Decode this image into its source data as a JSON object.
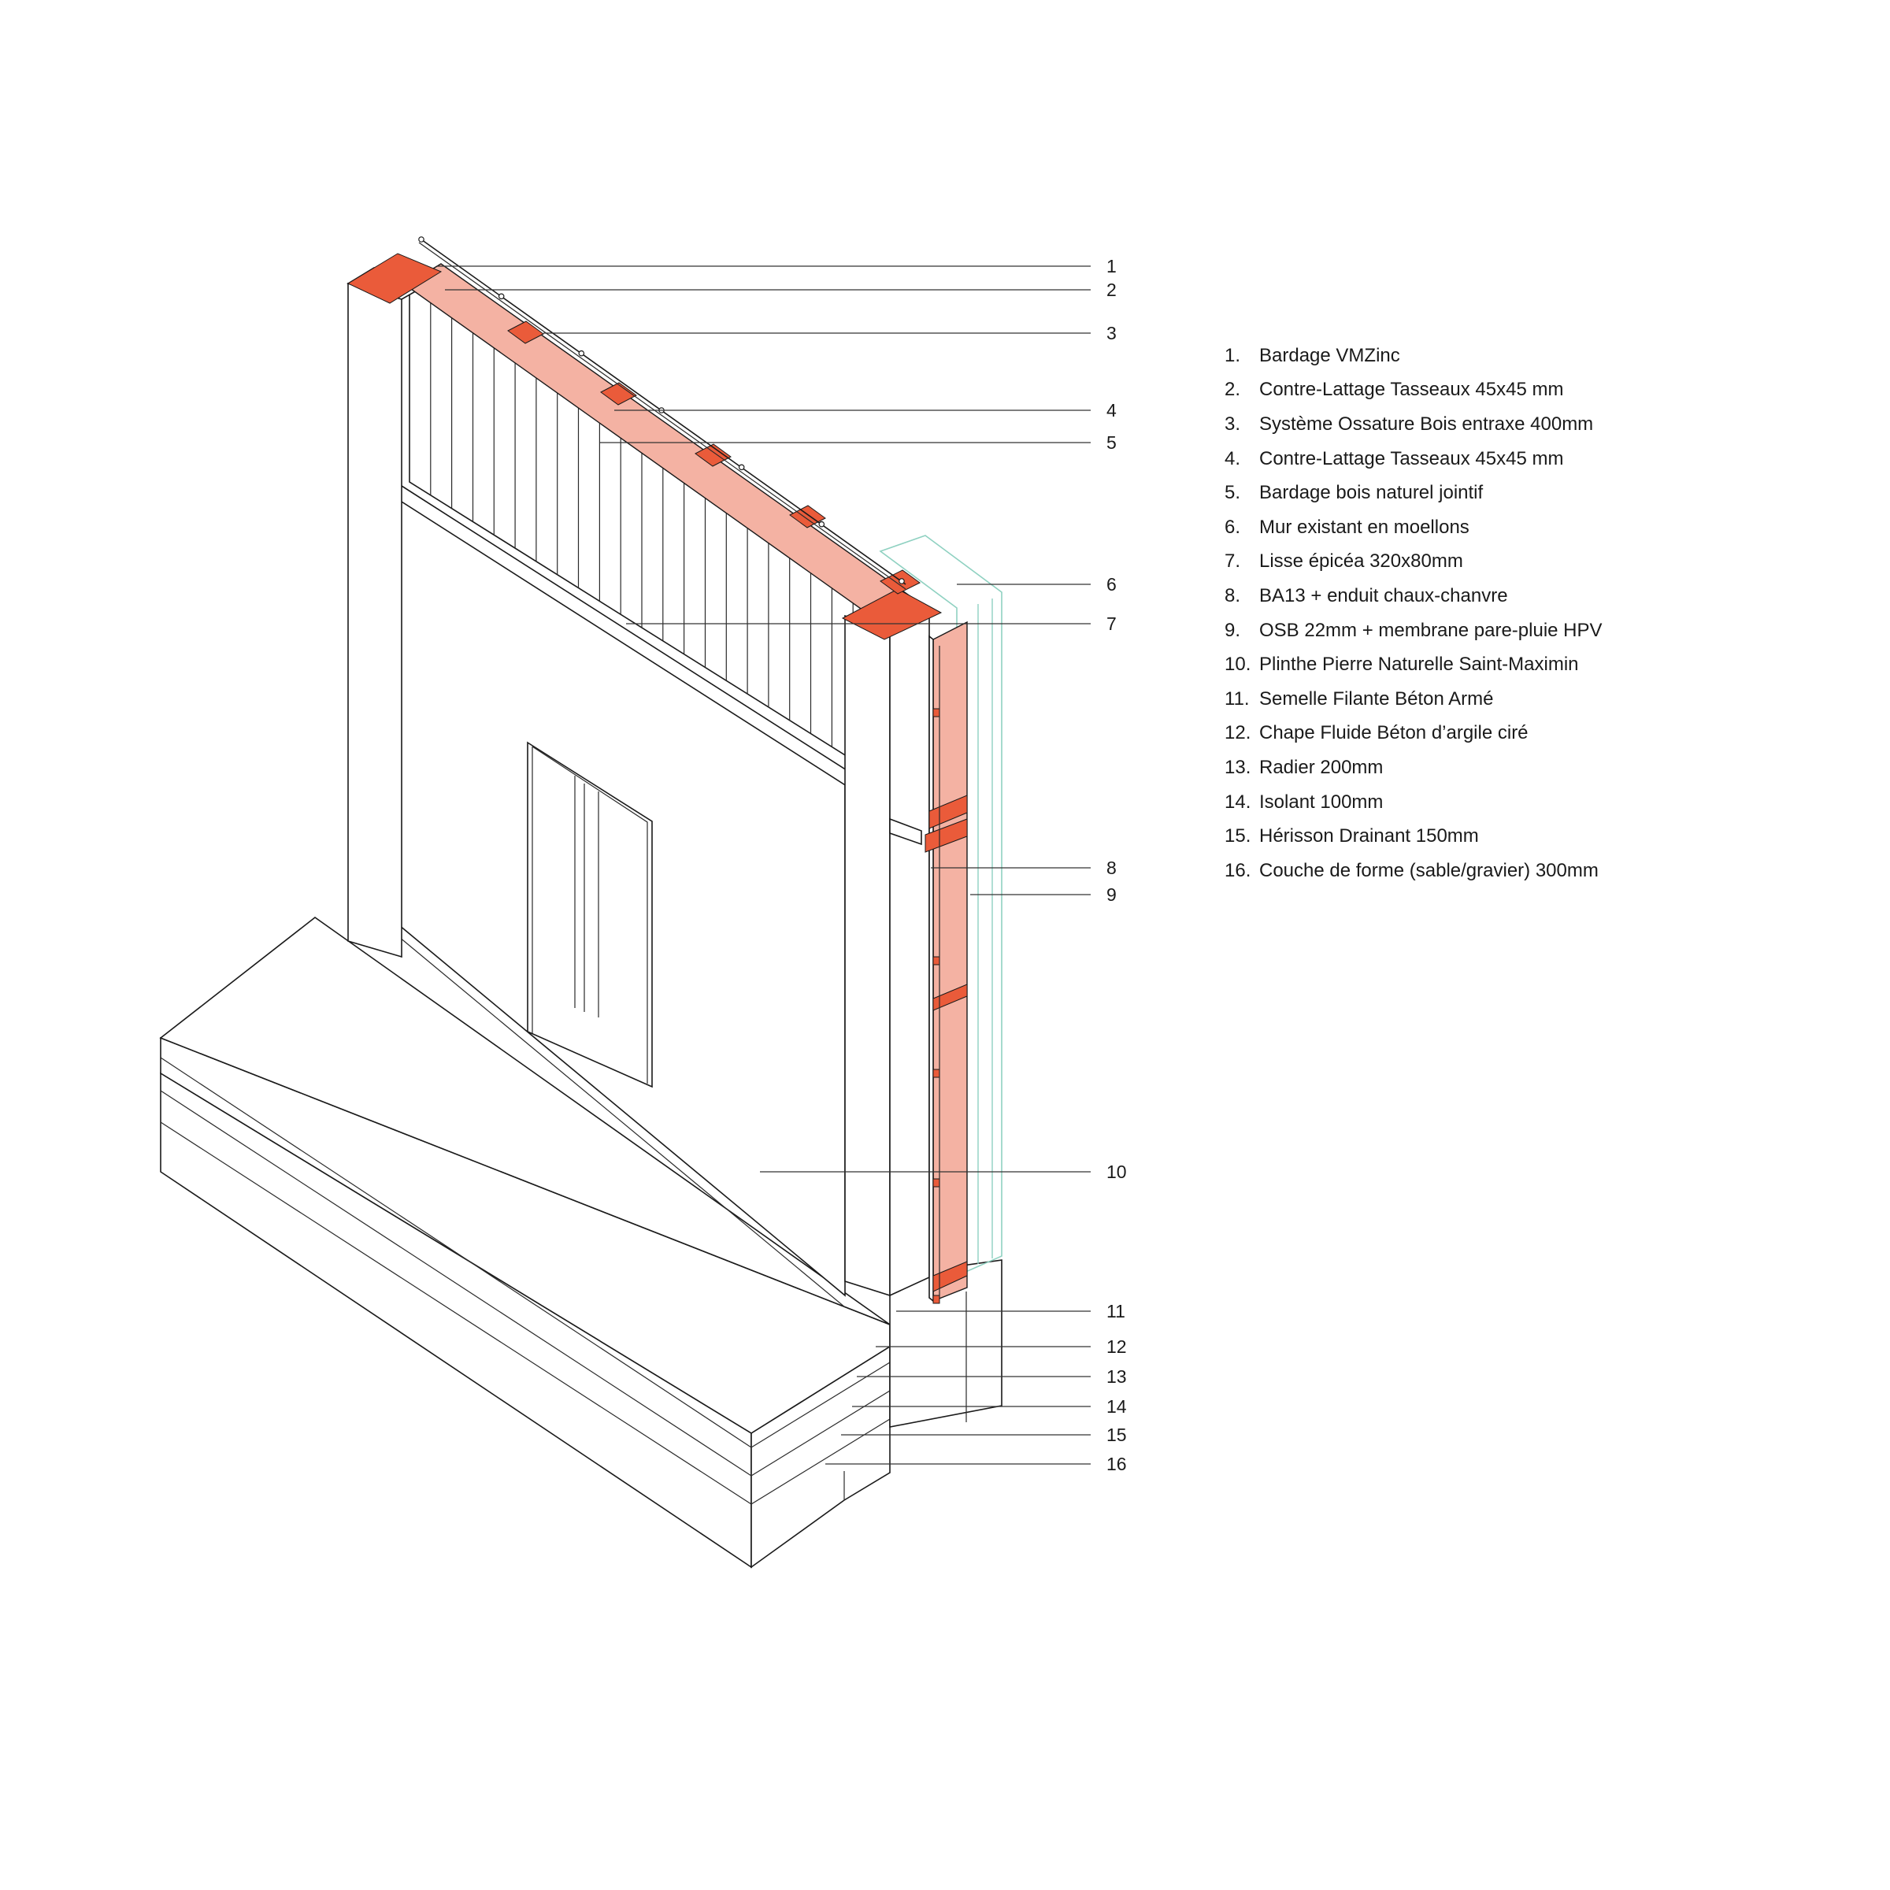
{
  "colors": {
    "accent": "#ea5b3a",
    "accent_light": "#f4b2a3",
    "membrane": "#8fd1c1",
    "line": "#1a1a1a"
  },
  "callouts": [
    "1",
    "2",
    "3",
    "4",
    "5",
    "6",
    "7",
    "8",
    "9",
    "10",
    "11",
    "12",
    "13",
    "14",
    "15",
    "16"
  ],
  "legend": [
    {
      "num": "1.",
      "text": "Bardage VMZinc"
    },
    {
      "num": "2.",
      "text": "Contre-Lattage Tasseaux 45x45 mm"
    },
    {
      "num": "3.",
      "text": "Système Ossature Bois entraxe 400mm"
    },
    {
      "num": "4.",
      "text": "Contre-Lattage Tasseaux 45x45 mm"
    },
    {
      "num": "5.",
      "text": "Bardage bois naturel jointif"
    },
    {
      "num": "6.",
      "text": "Mur existant en moellons"
    },
    {
      "num": "7.",
      "text": "Lisse épicéa 320x80mm"
    },
    {
      "num": "8.",
      "text": "BA13 + enduit chaux-chanvre"
    },
    {
      "num": "9.",
      "text": "OSB 22mm + membrane pare-pluie HPV"
    },
    {
      "num": "10.",
      "text": "Plinthe Pierre Naturelle Saint-Maximin"
    },
    {
      "num": "11.",
      "text": "Semelle Filante Béton Armé"
    },
    {
      "num": "12.",
      "text": "Chape Fluide Béton d’argile ciré"
    },
    {
      "num": "13.",
      "text": "Radier 200mm"
    },
    {
      "num": "14.",
      "text": "Isolant 100mm"
    },
    {
      "num": "15.",
      "text": "Hérisson Drainant 150mm"
    },
    {
      "num": "16.",
      "text": "Couche de forme (sable/gravier) 300mm"
    }
  ]
}
